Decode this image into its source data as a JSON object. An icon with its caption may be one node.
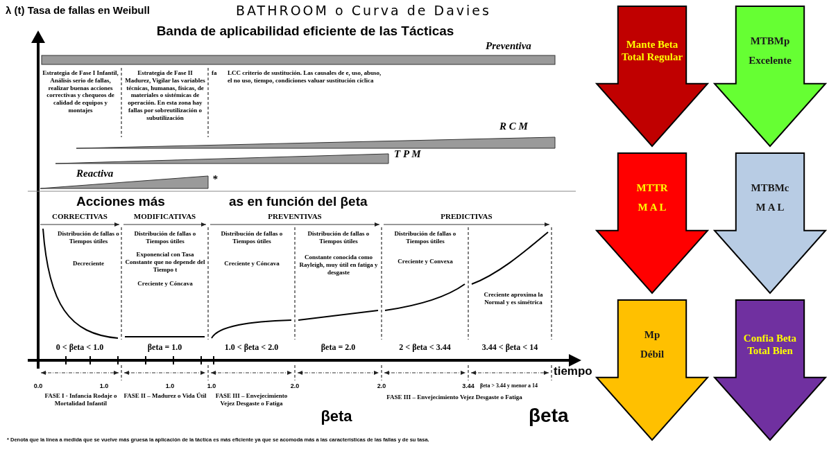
{
  "diagram": {
    "title": "BATHROOM o Curva de Davies",
    "nodes": [
      {
        "text": [
          "Mante Beta Total Regular"
        ]
      },
      {
        "text": [
          "MTTR",
          "M A L"
        ]
      },
      {
        "text": [
          "Mp",
          "Débil"
        ]
      },
      {
        "text": [
          "MTBMp",
          "Excelente"
        ]
      },
      {
        "text": [
          "MTBMc",
          "M A L"
        ]
      },
      {
        "text": [
          "Confia Beta Total Bien"
        ]
      }
    ],
    "labels": [
      "λ (t) Tasa de fallas en Weibull",
      "Banda de aplicabilidad eficiente de las Tácticas",
      "Preventiva",
      "Estrategia de Fase I Infantil, Análisis serio de fallas, realizar buenas acciones correctivas y chequeos de calidad de equipos y montajes",
      "Estrategia de Fase II Madurez, Vigilar las variables técnicas, humanas, físicas, de materiales o sistémicas de operación. En esta zona hay fallas por sobreutilización o subutilización",
      "fa",
      "LCC criterio de sustitución. Las causales de e, uso, abuso, el no uso, tiempo, condiciones valuar sustitución cíclica",
      "R C M",
      "T P M",
      "Reactiva",
      "*",
      "Acciones más",
      "as en función del βeta",
      "CORRECTIVAS",
      "MODIFICATIVAS",
      "PREVENTIVAS",
      "PREDICTIVAS",
      "Distribución de fallas o Tiempos útiles",
      "Decreciente",
      "Distribución de fallas o Tiempos útiles",
      "Exponencial con Tasa Constante que no depende del Tiempo t",
      "Creciente y Cóncava",
      "Distribución de fallas o Tiempos útiles",
      "Creciente y Cóncava",
      "Distribución de fallas o Tiempos útiles",
      "Constante conocida como Rayleigh, muy útil en fatiga y desgaste",
      "Distribución de fallas o Tiempos útiles",
      "Creciente y Convexa",
      "Creciente aproxima la Normal y es simétrica",
      "0 < βeta < 1.0",
      "βeta = 1.0",
      "1.0 < βeta < 2.0",
      "βeta = 2.0",
      "2 < βeta < 3.44",
      "3.44 < βeta < 14",
      "tiempo",
      "0.0",
      "1.0",
      "1.0",
      "1.0",
      "2.0",
      "2.0",
      "3.44",
      "βeta > 3.44 y menor a 14",
      "FASE I - Infancia Rodaje o Mortalidad Infantil",
      "FASE II – Madurez o Vida Útil",
      "FASE III – Envejecimiento Vejez Desgaste o Fatiga",
      "βeta",
      "FASE III – Envejecimiento Vejez Desgaste o Fatiga",
      "βeta",
      "* Denota que la línea a medida que se vuelve más gruesa la aplicación de la táctica es más eficiente ya que se acomoda más a las características de las fallas y de su tasa."
    ]
  }
}
